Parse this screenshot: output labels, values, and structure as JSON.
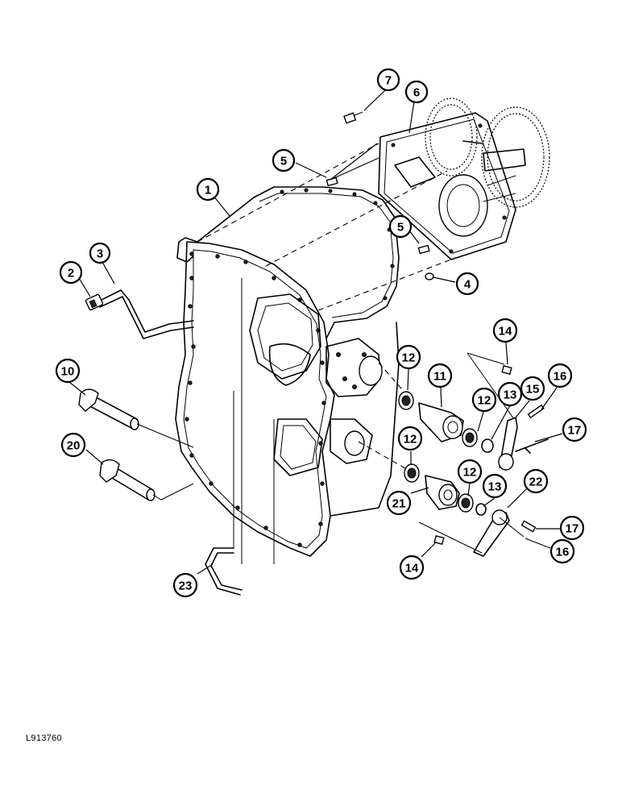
{
  "drawing_id": "L913760",
  "callouts": [
    {
      "label": "1"
    },
    {
      "label": "2"
    },
    {
      "label": "3"
    },
    {
      "label": "4"
    },
    {
      "label": "5"
    },
    {
      "label": "5"
    },
    {
      "label": "6"
    },
    {
      "label": "7"
    },
    {
      "label": "10"
    },
    {
      "label": "11"
    },
    {
      "label": "12"
    },
    {
      "label": "12"
    },
    {
      "label": "12"
    },
    {
      "label": "12"
    },
    {
      "label": "13"
    },
    {
      "label": "13"
    },
    {
      "label": "14"
    },
    {
      "label": "14"
    },
    {
      "label": "15"
    },
    {
      "label": "16"
    },
    {
      "label": "16"
    },
    {
      "label": "17"
    },
    {
      "label": "17"
    },
    {
      "label": "20"
    },
    {
      "label": "21"
    },
    {
      "label": "22"
    },
    {
      "label": "23"
    }
  ]
}
